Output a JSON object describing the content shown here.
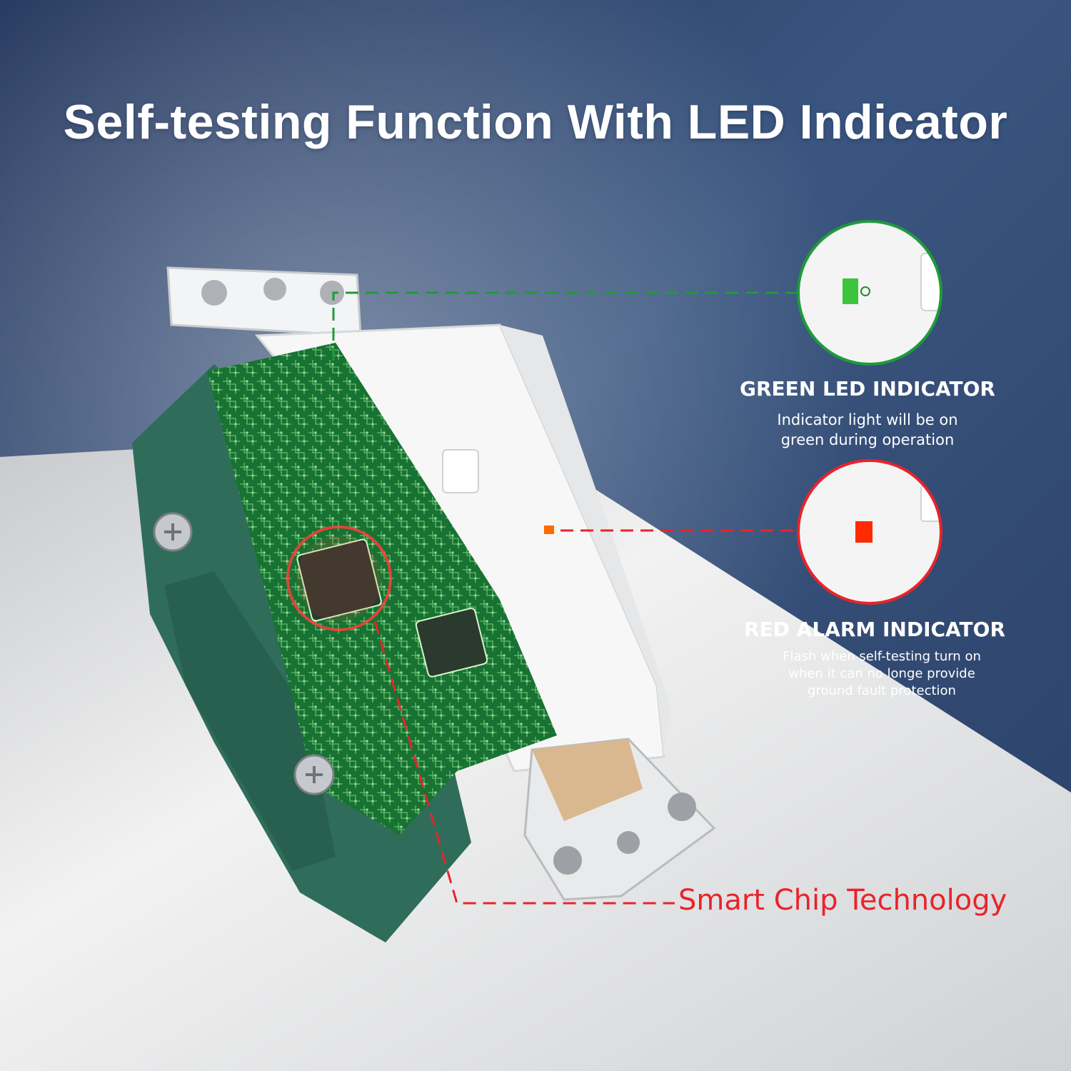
{
  "headline": "Self-testing Function With LED Indicator",
  "green_indicator": {
    "title": "GREEN LED INDICATOR",
    "description_lines": [
      "Indicator light will be on",
      "green during operation"
    ],
    "color": "#1f9a3a"
  },
  "red_indicator": {
    "title": "RED ALARM INDICATOR",
    "description_lines": [
      "Flash when self-testing turn on",
      "when it can no longe provide",
      "ground fault protection"
    ],
    "color": "#e8242a"
  },
  "chip_callout": {
    "label": "Smart Chip Technology",
    "color": "#e8242a"
  },
  "colors": {
    "background_blue": "#2c4470",
    "floor_gray": "#d9dbdd",
    "housing_green": "#2f6d5a",
    "pcb_green": "#1f8a3e"
  },
  "icons": {
    "product": "gfci-outlet-cutaway-image",
    "green_zoom": "green-led-zoom-circle",
    "red_zoom": "red-led-zoom-circle",
    "chip_highlight": "smart-chip-highlight"
  }
}
